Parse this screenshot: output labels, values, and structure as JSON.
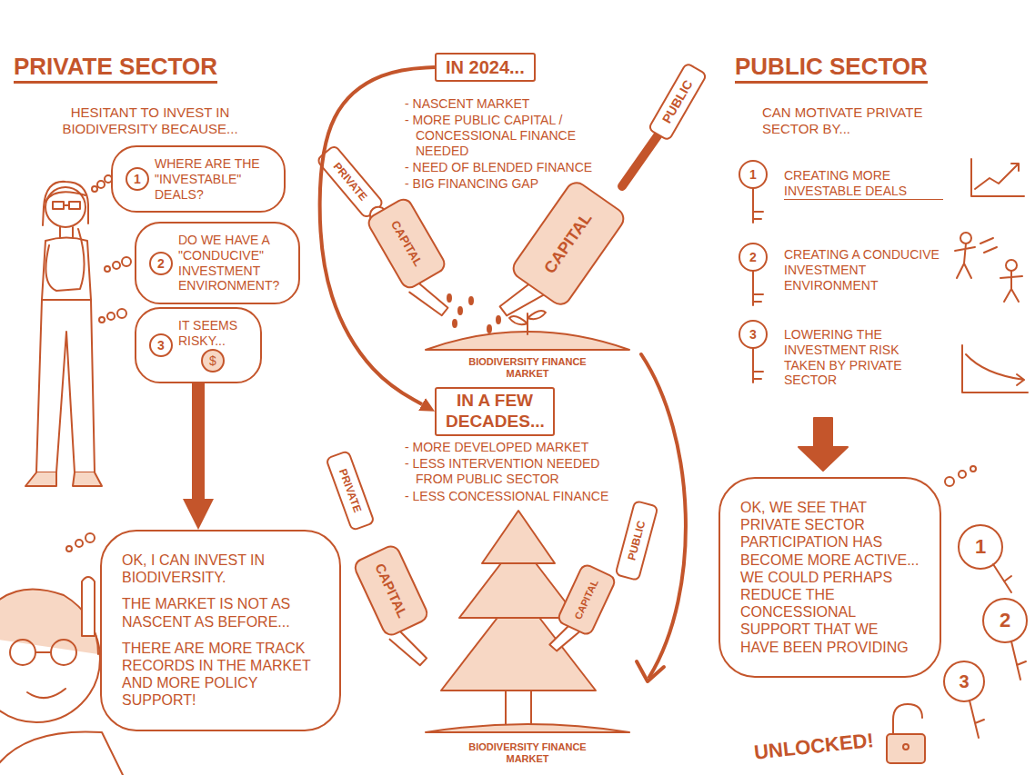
{
  "diagram": {
    "nodes": [
      {
        "text": [
          "1",
          "WHERE ARE THE \"INVESTABLE\" DEALS?"
        ]
      },
      {
        "text": [
          "2",
          "DO WE HAVE A \"CONDUCIVE\" INVESTMENT ENVIRONMENT?"
        ]
      },
      {
        "text": [
          "3",
          "IT SEEMS RISKY...",
          "$"
        ]
      },
      {
        "text": [
          "IN 2024..."
        ]
      },
      {
        "text": [
          "IN A FEW DECADES..."
        ]
      },
      {
        "text": [
          "OK, I CAN INVEST IN BIODIVERSITY.",
          "THE MARKET IS NOT AS NASCENT AS BEFORE...",
          "THERE ARE MORE TRACK RECORDS IN THE MARKET AND MORE POLICY SUPPORT!"
        ]
      },
      {
        "text": [
          "OK, WE SEE THAT PRIVATE SECTOR PARTICIPATION HAS BECOME MORE ACTIVE... WE COULD PERHAPS REDUCE THE CONCESSIONAL SUPPORT THAT WE HAVE BEEN PROVIDING"
        ]
      }
    ],
    "edges": [
      {
        "from": 2,
        "to": 5,
        "arrow": "to"
      },
      {
        "from": 3,
        "to": 4,
        "arrow": "to"
      }
    ],
    "labels": [
      "PRIVATE SECTOR",
      "HESITANT TO INVEST IN BIODIVERSITY BECAUSE...",
      "- NASCENT MARKET",
      "- MORE PUBLIC CAPITAL / CONCESSIONAL FINANCE NEEDED",
      "- NEED OF BLENDED FINANCE",
      "- BIG FINANCING GAP",
      "PRIVATE",
      "CAPITAL",
      "PUBLIC",
      "CAPITAL",
      "BIODIVERSITY FINANCE MARKET",
      "- MORE DEVELOPED MARKET",
      "- LESS INTERVENTION NEEDED FROM PUBLIC SECTOR",
      "- LESS CONCESSIONAL FINANCE",
      "PRIVATE",
      "CAPITAL",
      "PUBLIC",
      "CAPITAL",
      "BIODIVERSITY FINANCE MARKET",
      "PUBLIC SECTOR",
      "CAN MOTIVATE PRIVATE SECTOR BY...",
      "1",
      "CREATING MORE INVESTABLE DEALS",
      "2",
      "CREATING A CONDUCIVE INVESTMENT ENVIRONMENT",
      "3",
      "LOWERING THE INVESTMENT RISK TAKEN BY PRIVATE SECTOR",
      "1",
      "2",
      "3",
      "UNLOCKED!"
    ]
  }
}
